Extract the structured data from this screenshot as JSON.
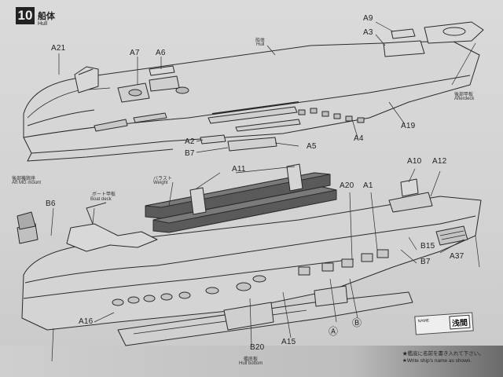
{
  "step": {
    "number": "10",
    "title_jp": "船体",
    "title_en": "Hull"
  },
  "labels": {
    "hull_jp": "船体",
    "hull_en": "Hull",
    "afterdeck_jp": "後部甲板",
    "afterdeck_en": "Afterdeck",
    "mg_jp": "後部機銃座",
    "mg_en": "Aft MG mount",
    "boat_jp": "ボート甲板",
    "boat_en": "Boat deck",
    "weight_jp": "バラスト",
    "weight_en": "Weight",
    "bottom_jp": "艦底板",
    "bottom_en": "Hull bottom"
  },
  "parts": {
    "a21": "A21",
    "a7": "A7",
    "a6": "A6",
    "a9": "A9",
    "a3": "A3",
    "a19": "A19",
    "a4": "A4",
    "a5": "A5",
    "a2": "A2",
    "b7_top": "B7",
    "a11": "A11",
    "a10": "A10",
    "a12": "A12",
    "a20": "A20",
    "a1": "A1",
    "b6": "B6",
    "b15": "B15",
    "b7_bottom": "B7",
    "a37": "A37",
    "a16": "A16",
    "b20": "B20",
    "a15": "A15"
  },
  "markers": {
    "a": "Ⓐ",
    "b": "Ⓑ"
  },
  "stamp": {
    "jp": "浅間",
    "en": "NAME"
  },
  "notes": {
    "jp": "★艦底に名前を書き入れて下さい。",
    "en": "★Write ship's name as shown."
  }
}
